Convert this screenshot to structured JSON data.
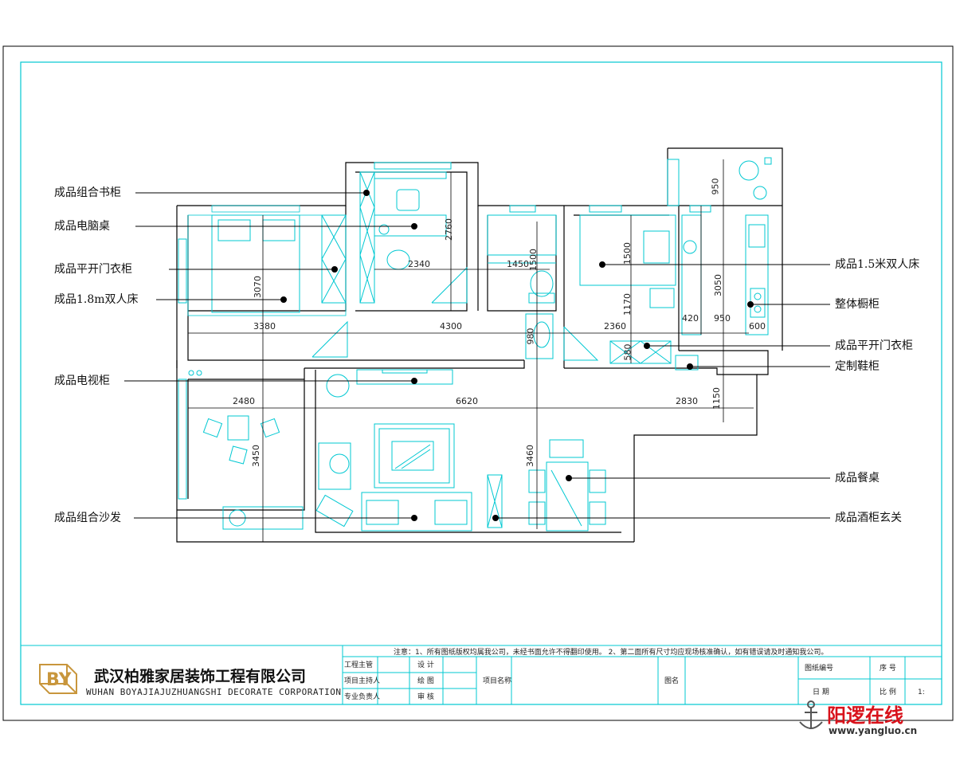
{
  "labels_left": [
    "成品组合书柜",
    "成品电脑桌",
    "成品平开门衣柜",
    "成品1.8m双人床",
    "成品电视柜",
    "成品组合沙发"
  ],
  "labels_right": [
    "成品1.5米双人床",
    "整体橱柜",
    "成品平开门衣柜",
    "定制鞋柜",
    "成品餐桌",
    "成品酒柜玄关"
  ],
  "dimensions": {
    "study_width": "2340",
    "study_depth": "2760",
    "bath_width": "1450",
    "bath_depth": "1500",
    "bed2_top": "1500",
    "bed2_bottom": "1170",
    "master_depth": "3070",
    "right_depth": "3050",
    "row1_left": "3380",
    "row1_mid": "4300",
    "row1_right": "2360",
    "row1_r2": "420",
    "row1_r3": "950",
    "row1_r4": "600",
    "bath_vertical": "980",
    "wardrobe_depth": "580",
    "living_left": "2480",
    "living_mid": "6620",
    "living_right": "2830",
    "entry_depth": "1150",
    "balcony_depth": "3450",
    "dining_depth": "3460",
    "balcony_top": "950"
  },
  "title_block": {
    "company_cn": "武汉柏雅家居装饰工程有限公司",
    "company_en": "WUHAN BOYAJIAJUZHUANGSHI DECORATE CORPORATION",
    "logo_letters": "BY",
    "note": "注意：1、所有图纸版权均属我公司，未经书面允许不得翻印使用。 2、第二面所有尺寸均应现场核准确认，如有错误请及时通知我公司。",
    "cells_col1": [
      "工程主管",
      "项目主持人",
      "专业负责人"
    ],
    "cells_col2": [
      "设 计",
      "绘 图",
      "审 核"
    ],
    "project_name": "项目名称",
    "drawing_name": "图名",
    "drawing_no": "图纸编号",
    "date": "日 期",
    "seq": "序 号",
    "scale": "比 例",
    "ratio": "1:"
  },
  "watermark": {
    "name": "阳逻在线",
    "url": "www.yangluo.cn"
  },
  "colors": {
    "wall": "#000000",
    "cyan": "#00c8d2",
    "border_cyan": "#00c8d2",
    "watermark_red": "#d8121b"
  },
  "icons": [
    "anchor-icon",
    "cube-logo-icon"
  ]
}
